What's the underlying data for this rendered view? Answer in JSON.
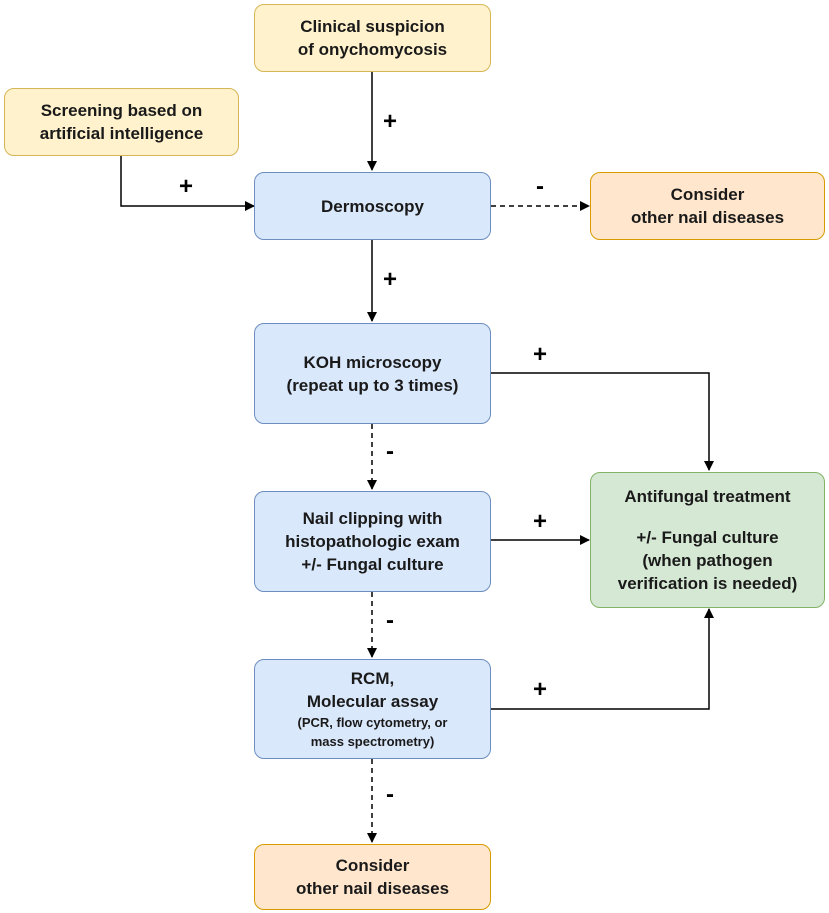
{
  "nodes": {
    "suspicion": {
      "lines": [
        "Clinical suspicion",
        "of onychomycosis"
      ],
      "color": "#fff2cc"
    },
    "ai_screening": {
      "lines": [
        "Screening based on",
        "artificial intelligence"
      ],
      "color": "#fff2cc"
    },
    "dermoscopy": {
      "lines": [
        "Dermoscopy"
      ],
      "color": "#dae8fc"
    },
    "other_nail_top": {
      "lines": [
        "Consider",
        "other nail diseases"
      ],
      "color": "#ffe6cc"
    },
    "koh": {
      "lines": [
        "KOH microscopy",
        "(repeat up to 3 times)"
      ],
      "color": "#dae8fc"
    },
    "clipping": {
      "lines": [
        "Nail clipping with",
        "histopathologic exam",
        "+/- Fungal culture"
      ],
      "color": "#dae8fc"
    },
    "rcm": {
      "lines": [
        "RCM,",
        "Molecular assay"
      ],
      "sublines": [
        "(PCR, flow cytometry, or",
        "mass spectrometry)"
      ],
      "color": "#dae8fc"
    },
    "antifungal": {
      "title": "Antifungal treatment",
      "lines": [
        "+/- Fungal culture",
        "(when pathogen",
        "verification is needed)"
      ],
      "color": "#d5e8d4"
    },
    "other_nail_bottom": {
      "lines": [
        "Consider",
        "other nail diseases"
      ],
      "color": "#ffe6cc"
    }
  },
  "edges": {
    "suspicion_to_dermoscopy": "+",
    "ai_to_dermoscopy": "+",
    "dermoscopy_to_other": "-",
    "dermoscopy_to_koh": "+",
    "koh_to_antifungal": "+",
    "koh_to_clipping": "-",
    "clipping_to_antifungal": "+",
    "clipping_to_rcm": "-",
    "rcm_to_antifungal": "+",
    "rcm_to_other": "-"
  }
}
